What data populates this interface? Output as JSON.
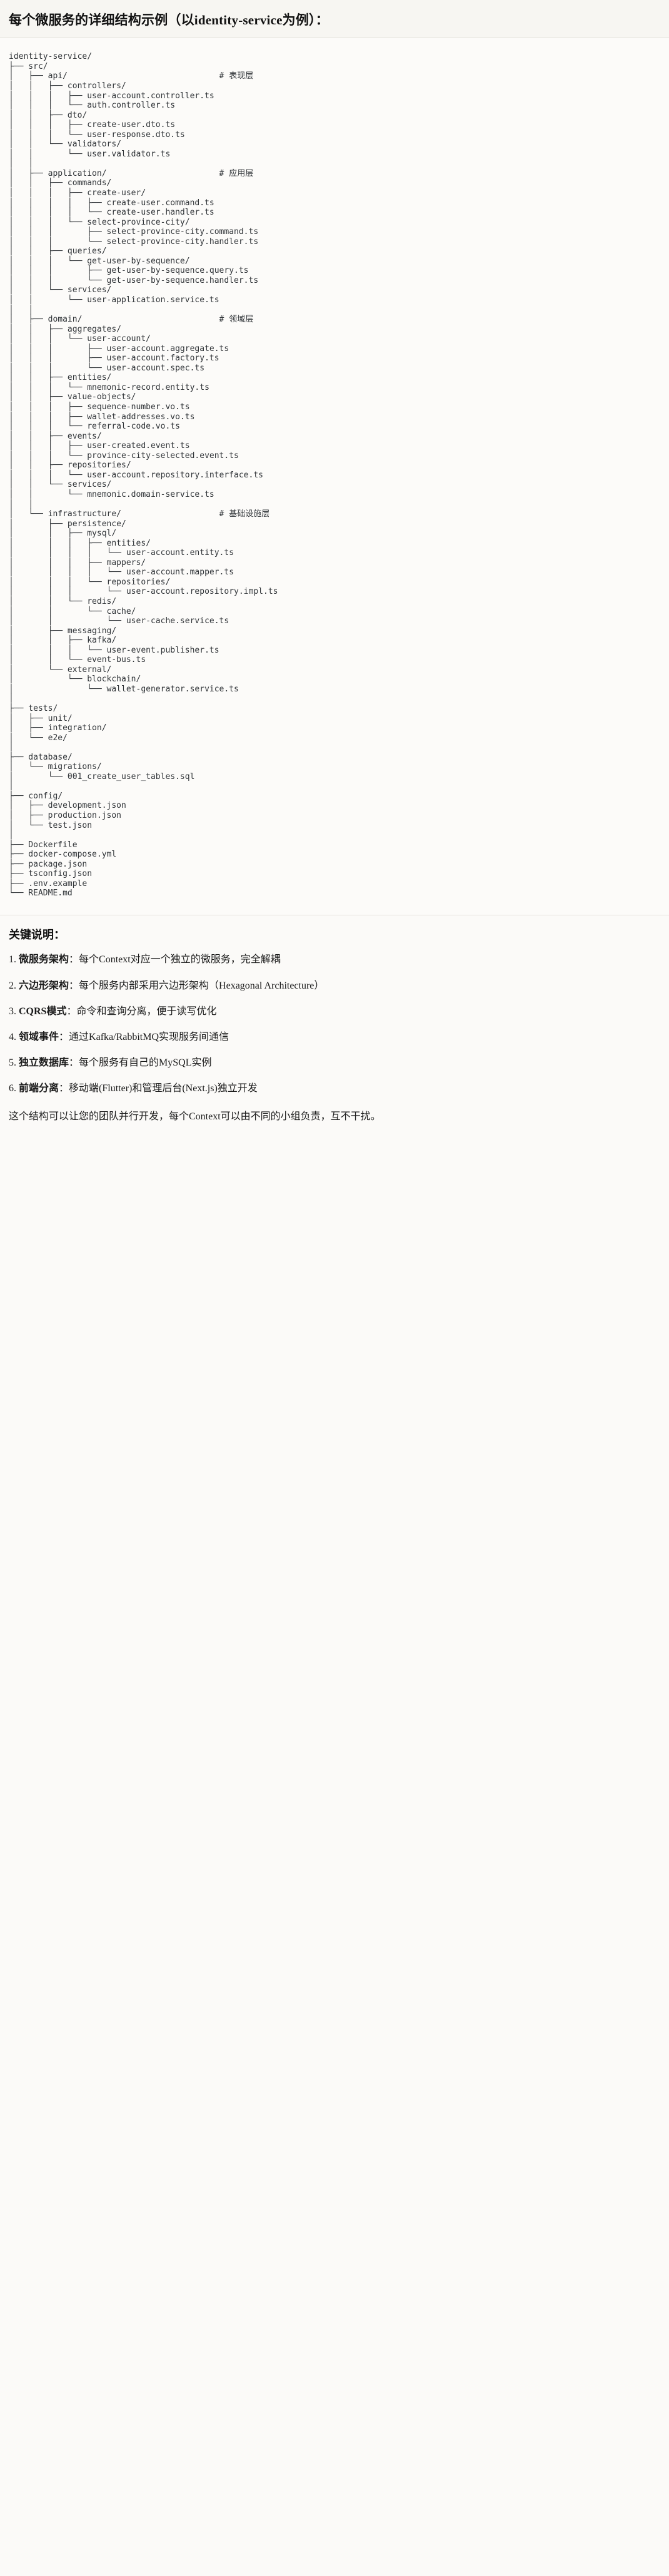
{
  "header": {
    "title": "每个微服务的详细结构示例（以identity-service为例）："
  },
  "tree": {
    "root": "identity-service/",
    "text": "identity-service/\n├── src/\n│   ├── api/                               # 表现层\n│   │   ├── controllers/\n│   │   │   ├── user-account.controller.ts\n│   │   │   └── auth.controller.ts\n│   │   ├── dto/\n│   │   │   ├── create-user.dto.ts\n│   │   │   └── user-response.dto.ts\n│   │   └── validators/\n│   │       └── user.validator.ts\n│   │\n│   ├── application/                       # 应用层\n│   │   ├── commands/\n│   │   │   ├── create-user/\n│   │   │   │   ├── create-user.command.ts\n│   │   │   │   └── create-user.handler.ts\n│   │   │   └── select-province-city/\n│   │   │       ├── select-province-city.command.ts\n│   │   │       └── select-province-city.handler.ts\n│   │   ├── queries/\n│   │   │   └── get-user-by-sequence/\n│   │   │       ├── get-user-by-sequence.query.ts\n│   │   │       └── get-user-by-sequence.handler.ts\n│   │   └── services/\n│   │       └── user-application.service.ts\n│   │\n│   ├── domain/                            # 领域层\n│   │   ├── aggregates/\n│   │   │   └── user-account/\n│   │   │       ├── user-account.aggregate.ts\n│   │   │       ├── user-account.factory.ts\n│   │   │       └── user-account.spec.ts\n│   │   ├── entities/\n│   │   │   └── mnemonic-record.entity.ts\n│   │   ├── value-objects/\n│   │   │   ├── sequence-number.vo.ts\n│   │   │   ├── wallet-addresses.vo.ts\n│   │   │   └── referral-code.vo.ts\n│   │   ├── events/\n│   │   │   ├── user-created.event.ts\n│   │   │   └── province-city-selected.event.ts\n│   │   ├── repositories/\n│   │   │   └── user-account.repository.interface.ts\n│   │   └── services/\n│   │       └── mnemonic.domain-service.ts\n│   │\n│   └── infrastructure/                    # 基础设施层\n│       ├── persistence/\n│       │   ├── mysql/\n│       │   │   ├── entities/\n│       │   │   │   └── user-account.entity.ts\n│       │   │   ├── mappers/\n│       │   │   │   └── user-account.mapper.ts\n│       │   │   └── repositories/\n│       │   │       └── user-account.repository.impl.ts\n│       │   └── redis/\n│       │       └── cache/\n│       │           └── user-cache.service.ts\n│       ├── messaging/\n│       │   ├── kafka/\n│       │   │   └── user-event.publisher.ts\n│       │   └── event-bus.ts\n│       └── external/\n│           └── blockchain/\n│               └── wallet-generator.service.ts\n│\n├── tests/\n│   ├── unit/\n│   ├── integration/\n│   └── e2e/\n│\n├── database/\n│   └── migrations/\n│       └── 001_create_user_tables.sql\n│\n├── config/\n│   ├── development.json\n│   ├── production.json\n│   └── test.json\n│\n├── Dockerfile\n├── docker-compose.yml\n├── package.json\n├── tsconfig.json\n├── .env.example\n└── README.md",
    "layer_comments": [
      "# 表现层",
      "# 应用层",
      "# 领域层",
      "# 基础设施层"
    ]
  },
  "notes": {
    "heading": "关键说明：",
    "items": [
      {
        "num": "1.",
        "term": "微服务架构",
        "sep": "：",
        "text": "每个Context对应一个独立的微服务，完全解耦"
      },
      {
        "num": "2.",
        "term": "六边形架构",
        "sep": "：",
        "text": "每个服务内部采用六边形架构（Hexagonal Architecture）"
      },
      {
        "num": "3.",
        "term": "CQRS模式",
        "sep": "：",
        "text": "命令和查询分离，便于读写优化"
      },
      {
        "num": "4.",
        "term": "领域事件",
        "sep": "：",
        "text": "通过Kafka/RabbitMQ实现服务间通信"
      },
      {
        "num": "5.",
        "term": "独立数据库",
        "sep": "：",
        "text": "每个服务有自己的MySQL实例"
      },
      {
        "num": "6.",
        "term": "前端分离",
        "sep": "：",
        "text": "移动端(Flutter)和管理后台(Next.js)独立开发"
      }
    ],
    "closing": "这个结构可以让您的团队并行开发，每个Context可以由不同的小组负责，互不干扰。"
  },
  "colors": {
    "page_bg": "#fbfaf8",
    "header_bg": "#f7f6f2",
    "code_bg": "#fcfbf9",
    "text": "#1a1a1a",
    "code_text": "#2f3337",
    "rule": "#e5e3de"
  }
}
